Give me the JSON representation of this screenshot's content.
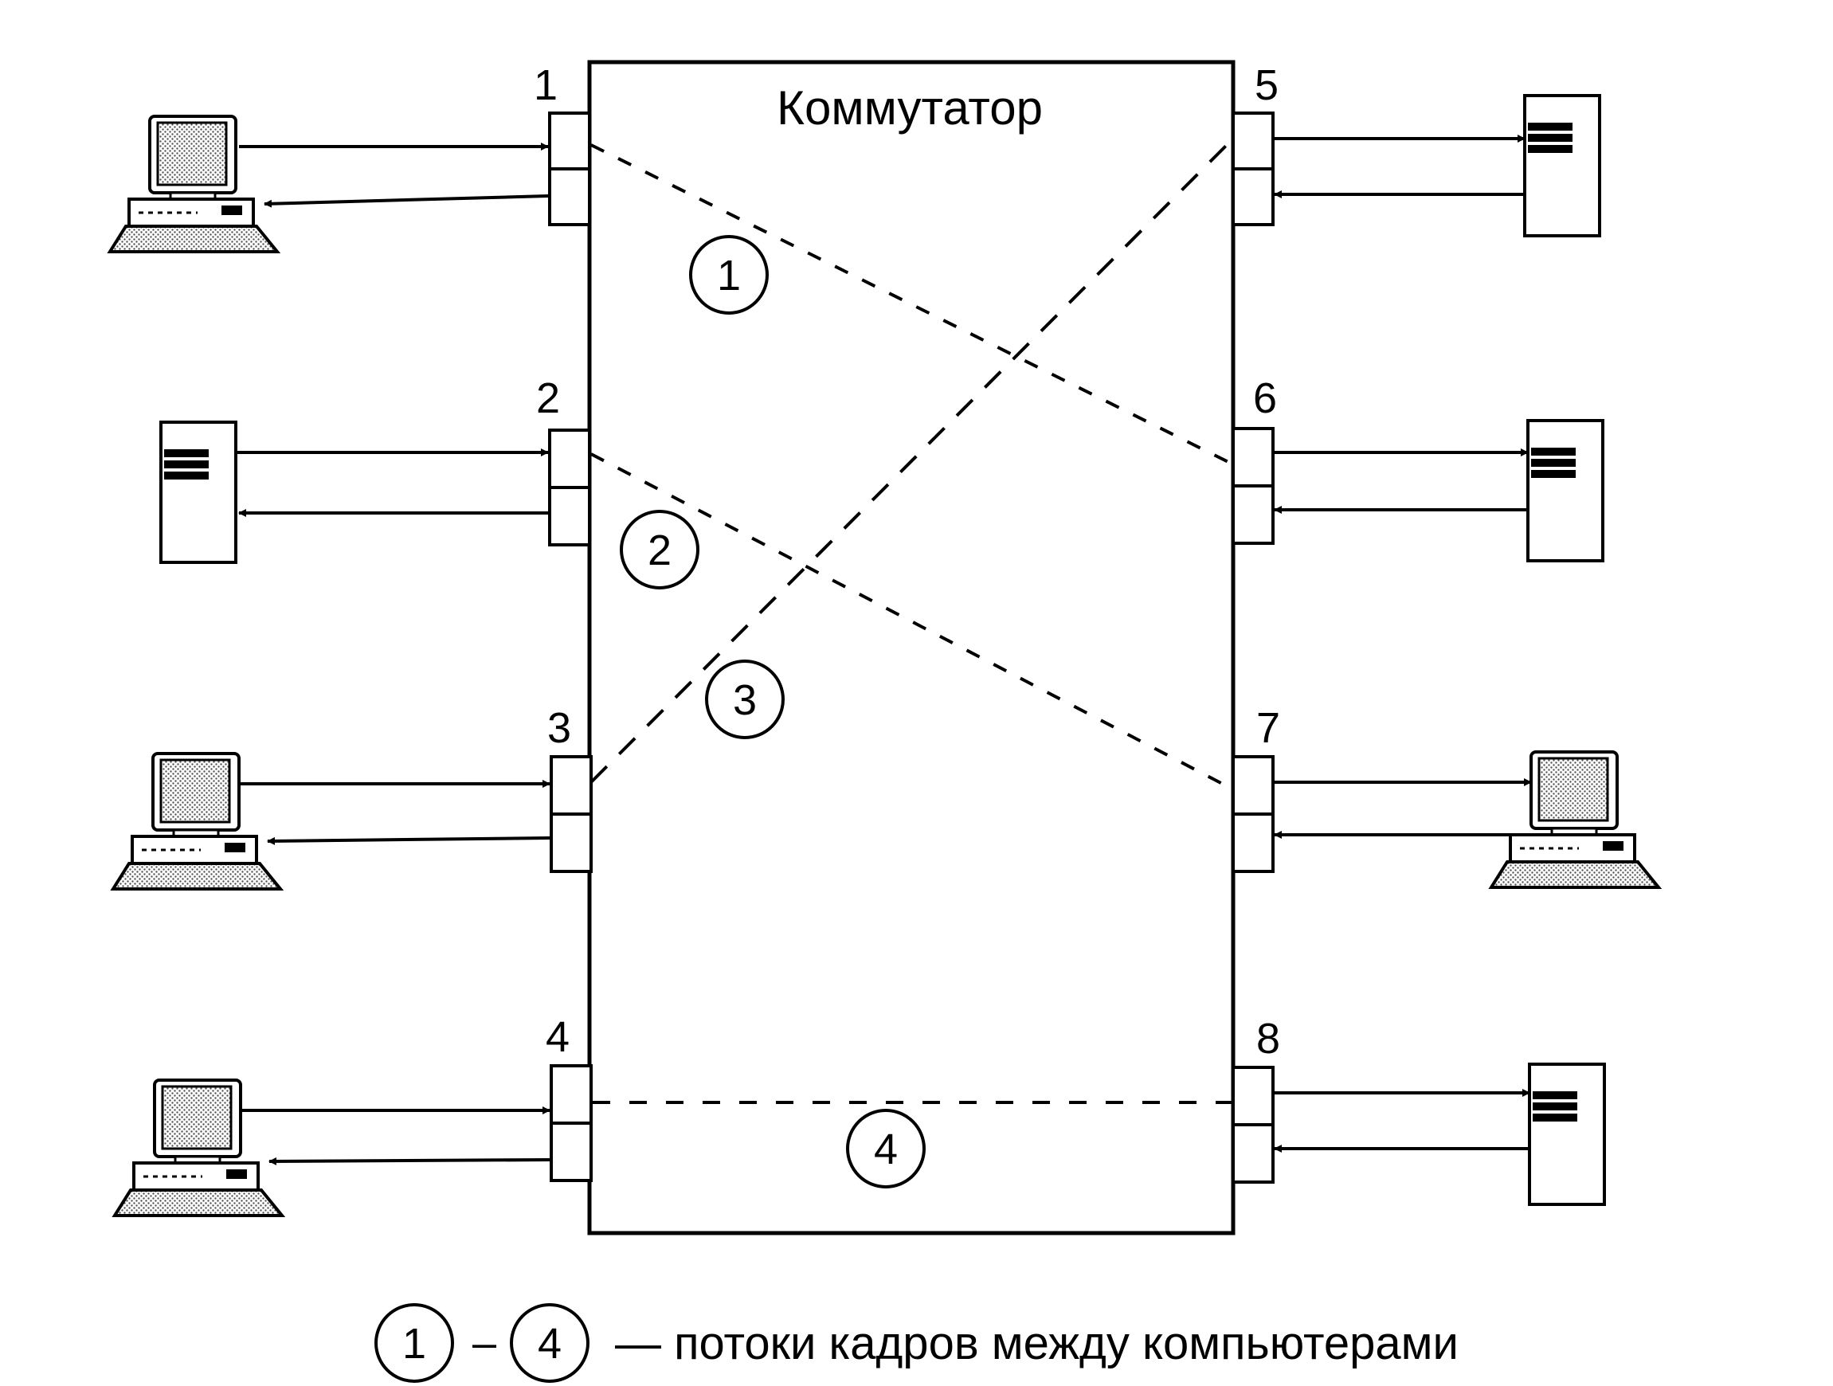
{
  "switch": {
    "title": "Коммутатор"
  },
  "ports": [
    {
      "number": "1",
      "device": "pc"
    },
    {
      "number": "2",
      "device": "server"
    },
    {
      "number": "3",
      "device": "pc"
    },
    {
      "number": "4",
      "device": "pc"
    },
    {
      "number": "5",
      "device": "server"
    },
    {
      "number": "6",
      "device": "server"
    },
    {
      "number": "7",
      "device": "pc"
    },
    {
      "number": "8",
      "device": "server"
    }
  ],
  "flows": [
    {
      "id": "1",
      "from_port": "1",
      "to_port": "6"
    },
    {
      "id": "2",
      "from_port": "2",
      "to_port": "7"
    },
    {
      "id": "3",
      "from_port": "3",
      "to_port": "5"
    },
    {
      "id": "4",
      "from_port": "4",
      "to_port": "8"
    }
  ],
  "legend": {
    "first": "1",
    "dash": "–",
    "last": "4",
    "text": "— потоки кадров между компьютерами"
  },
  "colors": {
    "ink": "#000000",
    "background": "#ffffff",
    "screen_dots": "#7a7a7a"
  }
}
